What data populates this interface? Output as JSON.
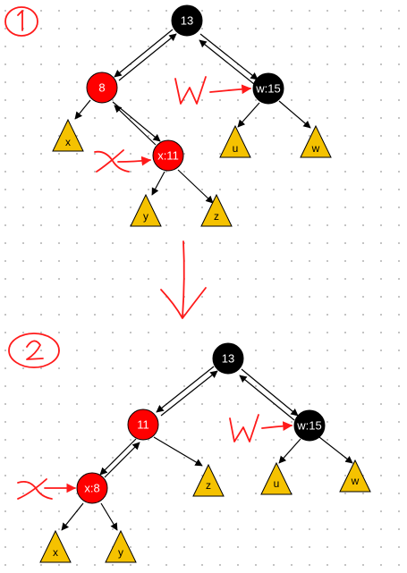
{
  "diagram_1": {
    "nodes": [
      {
        "id": "n13",
        "label": "13",
        "color": "black"
      },
      {
        "id": "n8",
        "label": "8",
        "color": "red"
      },
      {
        "id": "nw",
        "label": "w:15",
        "color": "black"
      },
      {
        "id": "nx",
        "label": "x:11",
        "color": "red"
      }
    ],
    "subtrees": [
      "x",
      "u",
      "w",
      "y",
      "z"
    ]
  },
  "diagram_2": {
    "nodes": [
      {
        "id": "m13",
        "label": "13",
        "color": "black"
      },
      {
        "id": "m11",
        "label": "11",
        "color": "red"
      },
      {
        "id": "mw",
        "label": "w:15",
        "color": "black"
      },
      {
        "id": "mx",
        "label": "x:8",
        "color": "red"
      }
    ],
    "subtrees": [
      "x",
      "y",
      "z",
      "u",
      "w"
    ]
  },
  "colors": {
    "red": "#ff0000",
    "black": "#000000",
    "subtree": "#f5c200",
    "annotation": "#ff1a1a"
  },
  "annotations": {
    "step_1_label": "1",
    "step_2_label": "2",
    "x_pointer_label": "x",
    "w_pointer_label": "W"
  }
}
